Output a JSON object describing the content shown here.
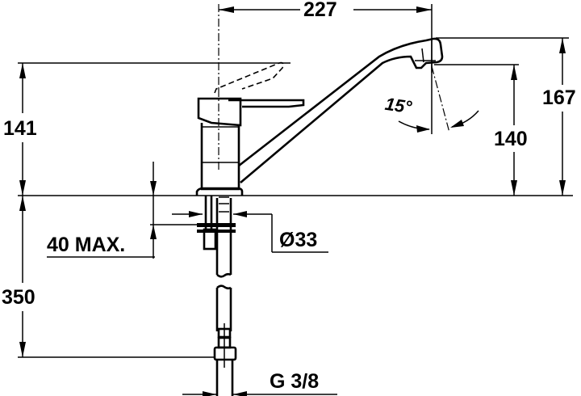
{
  "drawing": {
    "subject": "single-lever kitchen faucet, side elevation",
    "dimensions": {
      "spout_reach": "227",
      "total_height": "167",
      "outlet_height": "140",
      "lever_height": "141",
      "hose_length": "350",
      "deck_thickness": "40 MAX.",
      "hole_diameter": "Ø33",
      "connection_thread": "G 3/8",
      "spout_angle": "15°"
    },
    "colors": {
      "line": "#000000",
      "background": "#ffffff"
    }
  }
}
